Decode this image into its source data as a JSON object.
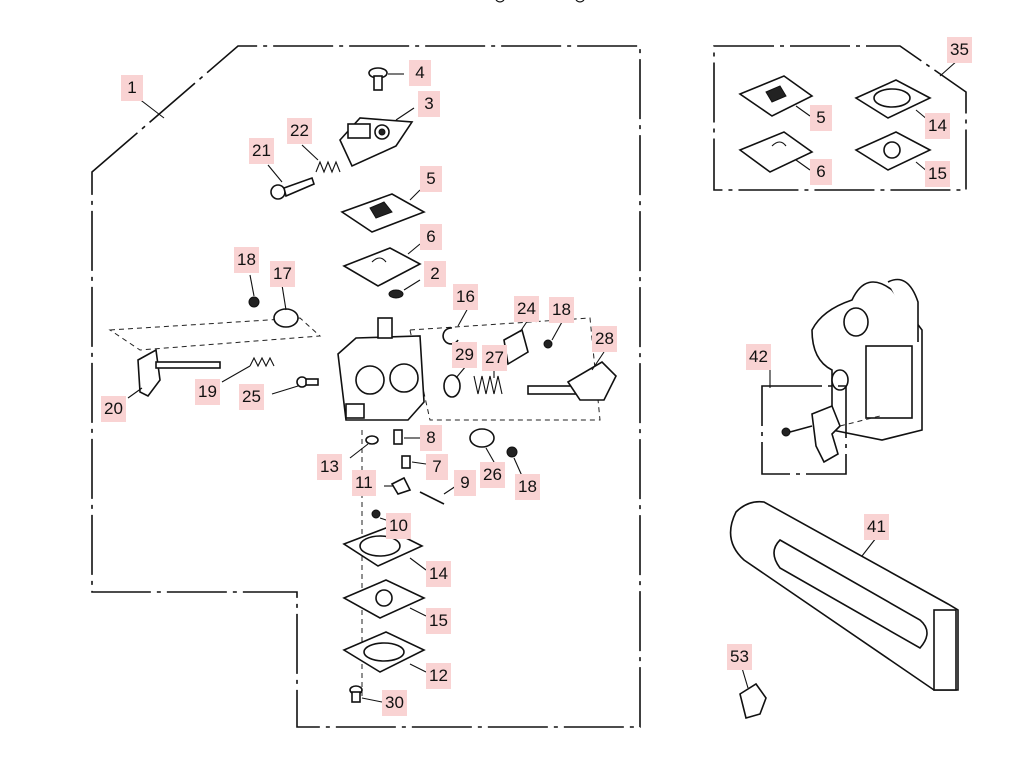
{
  "callouts": {
    "c1": "1",
    "c2": "2",
    "c3": "3",
    "c4": "4",
    "c5a": "5",
    "c5b": "5",
    "c6a": "6",
    "c6b": "6",
    "c7": "7",
    "c8": "8",
    "c9": "9",
    "c10": "10",
    "c11": "11",
    "c12": "12",
    "c13": "13",
    "c14a": "14",
    "c14b": "14",
    "c15a": "15",
    "c15b": "15",
    "c16": "16",
    "c17": "17",
    "c18a": "18",
    "c18b": "18",
    "c18c": "18",
    "c19": "19",
    "c20": "20",
    "c21": "21",
    "c22": "22",
    "c24": "24",
    "c25": "25",
    "c26": "26",
    "c27": "27",
    "c28": "28",
    "c29": "29",
    "c30": "30",
    "c35": "35",
    "c41": "41",
    "c42": "42",
    "c53": "53"
  },
  "colors": {
    "callout_bg": "#f9d3d3",
    "line": "#111111",
    "background": "#ffffff"
  }
}
